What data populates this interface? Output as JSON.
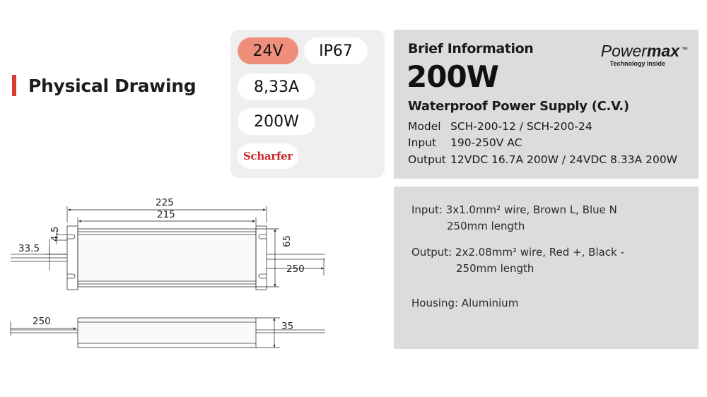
{
  "section": {
    "title": "Physical Drawing"
  },
  "spec_card": {
    "voltage": "24V",
    "ip_rating": "IP67",
    "current": "8,33A",
    "power": "200W",
    "brand_logo": "Scharfer"
  },
  "brief": {
    "title": "Brief Information",
    "power": "200W",
    "product": "Waterproof Power Supply (C.V.)",
    "model_label": "Model",
    "model_value": "SCH-200-12 / SCH-200-24",
    "input_label": "Input",
    "input_value": "190-250V AC",
    "output_label": "Output",
    "output_value": "12VDC 16.7A 200W / 24VDC 8.33A 200W",
    "brand_light": "Power",
    "brand_bold": "max",
    "brand_tm": "™",
    "brand_tagline": "Technology Inside"
  },
  "wiring": {
    "input_line1": "Input: 3x1.0mm² wire, Brown L, Blue N",
    "input_line2": "250mm length",
    "output_line1": "Output: 2x2.08mm² wire, Red +, Black -",
    "output_line2": "250mm length",
    "housing": "Housing: Aluminium"
  },
  "drawing": {
    "dim_overall_length": "225",
    "dim_body_length": "215",
    "dim_mount_offset": "4.5",
    "dim_wire_offset": "33.5",
    "dim_width": "65",
    "dim_wire_length_right": "250",
    "dim_wire_length_left": "250",
    "dim_height": "35"
  },
  "colors": {
    "accent_red": "#d93a2e",
    "pill_accent": "#ef8f7b",
    "panel_gray": "#dcdcdc",
    "card_gray": "#efefef"
  }
}
